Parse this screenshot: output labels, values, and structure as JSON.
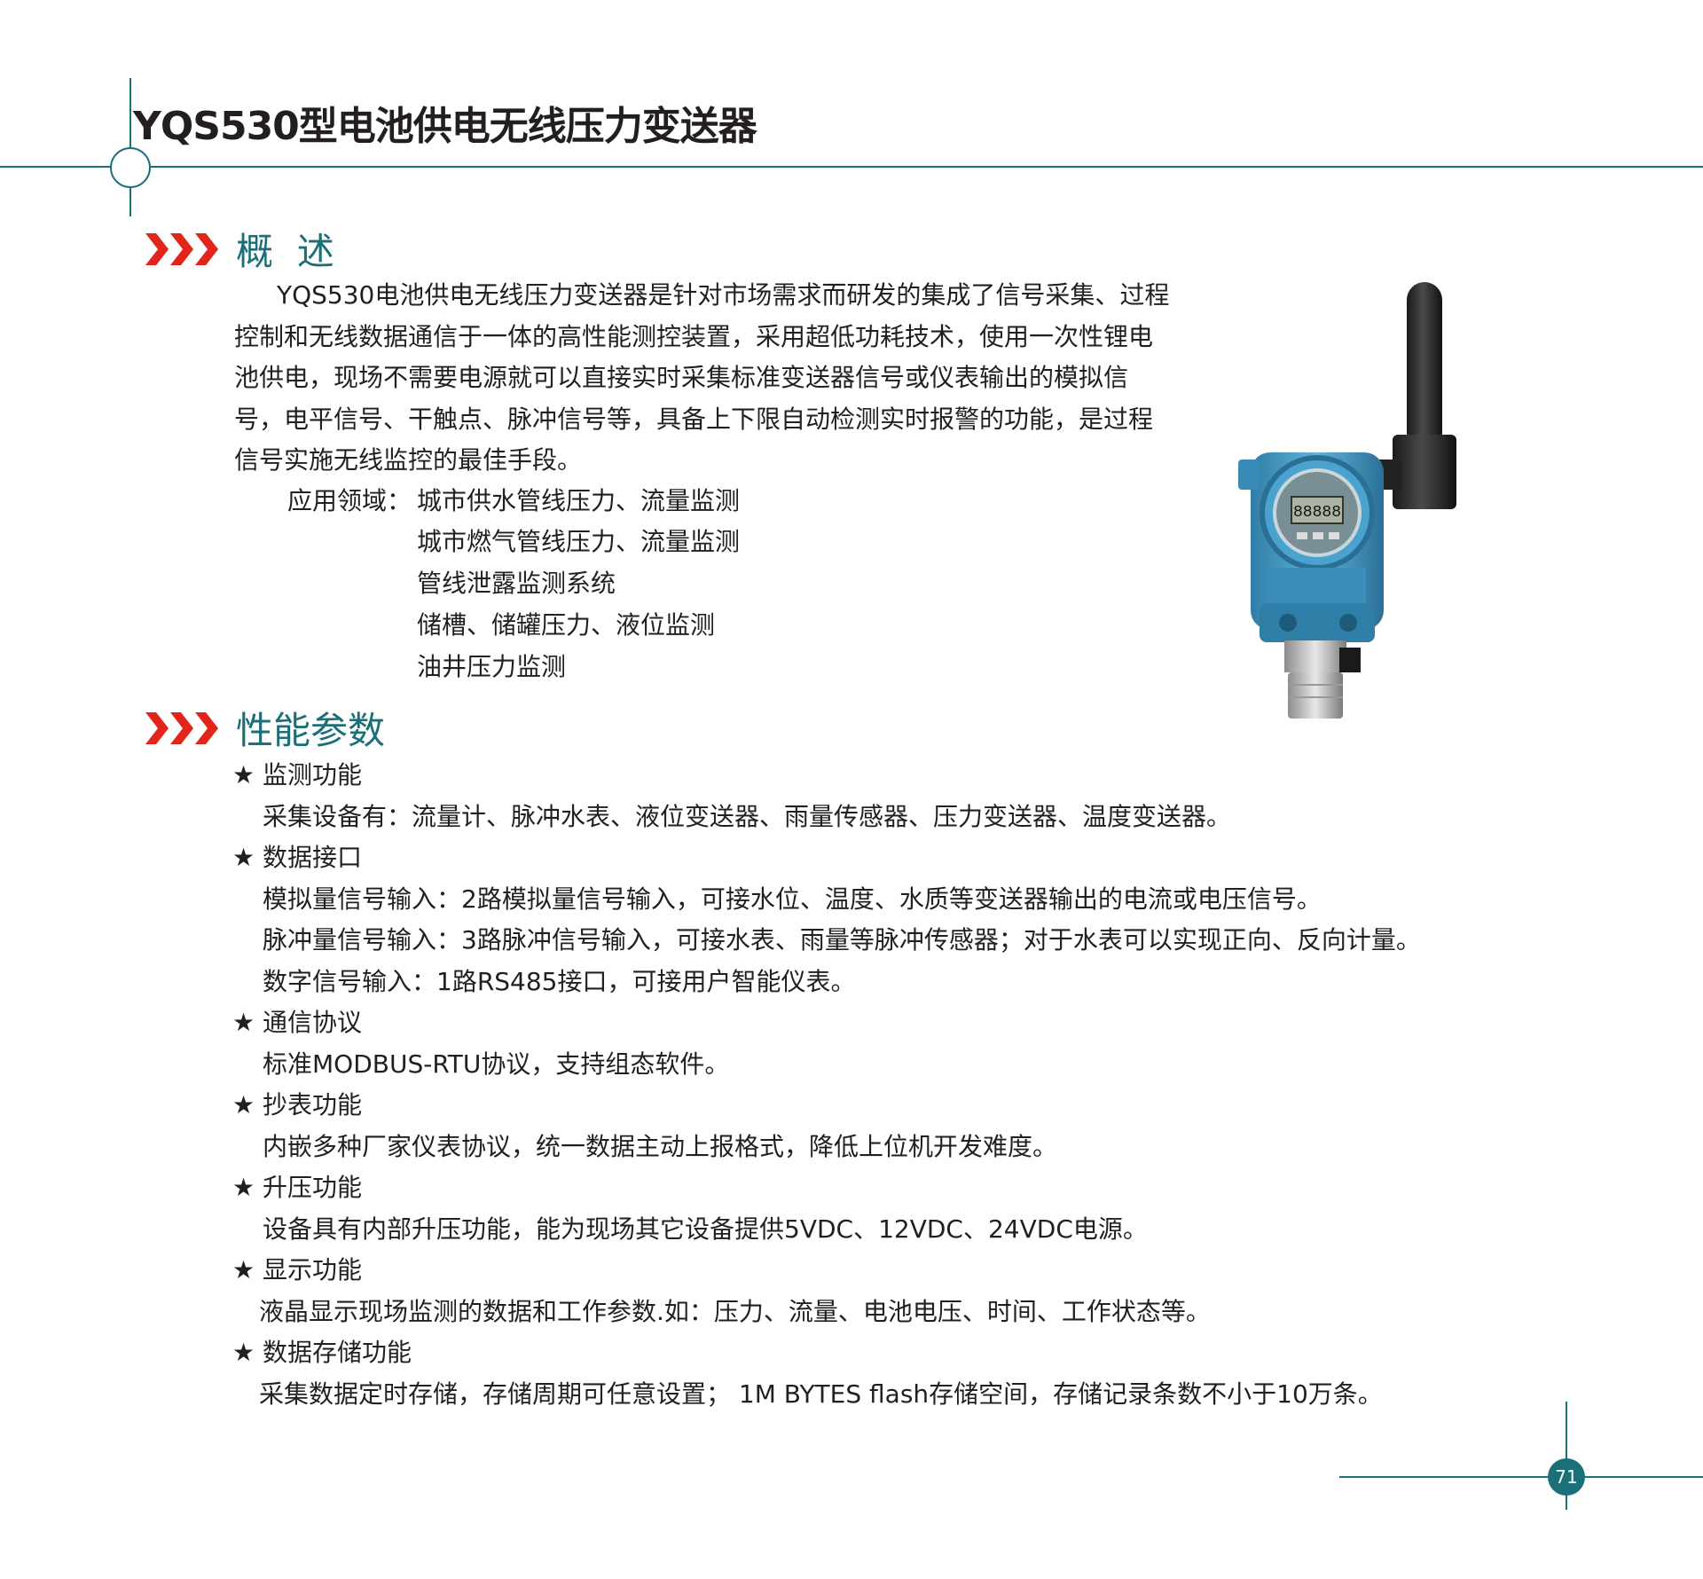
{
  "header": {
    "title": "YQS530型电池供电无线压力变送器"
  },
  "overview": {
    "heading": "概  述",
    "paragraph": "YQS530电池供电无线压力变送器是针对市场需求而研发的集成了信号采集、过程控制和无线数据通信于一体的高性能测控装置，采用超低功耗技术，使用一次性锂电池供电，现场不需要电源就可以直接实时采集标准变送器信号或仪表输出的模拟信号，电平信号、干触点、脉冲信号等，具备上下限自动检测实时报警的功能，是过程信号实施无线监控的最佳手段。",
    "applications_label": "应用领域：",
    "applications": [
      "城市供水管线压力、流量监测",
      "城市燃气管线压力、流量监测",
      "管线泄露监测系统",
      "储槽、储罐压力、液位监测",
      "油井压力监测"
    ]
  },
  "product_image": {
    "display_text": "88888"
  },
  "specs": {
    "heading": "性能参数",
    "bullet": "★",
    "items": [
      {
        "title": "监测功能",
        "lines": [
          "采集设备有：流量计、脉冲水表、液位变送器、雨量传感器、压力变送器、温度变送器。"
        ]
      },
      {
        "title": "数据接口",
        "lines": [
          "模拟量信号输入：2路模拟量信号输入，可接水位、温度、水质等变送器输出的电流或电压信号。",
          "脉冲量信号输入：3路脉冲信号输入，可接水表、雨量等脉冲传感器；对于水表可以实现正向、反向计量。",
          "数字信号输入：1路RS485接口，可接用户智能仪表。"
        ]
      },
      {
        "title": "通信协议",
        "lines": [
          "标准MODBUS-RTU协议，支持组态软件。"
        ]
      },
      {
        "title": "抄表功能",
        "lines": [
          "内嵌多种厂家仪表协议，统一数据主动上报格式，降低上位机开发难度。"
        ]
      },
      {
        "title": "升压功能",
        "lines": [
          "设备具有内部升压功能，能为现场其它设备提供5VDC、12VDC、24VDC电源。"
        ]
      },
      {
        "title": "显示功能",
        "lines": [
          "液晶显示现场监测的数据和工作参数.如：压力、流量、电池电压、时间、工作状态等。"
        ]
      },
      {
        "title": "数据存储功能",
        "lines": [
          "采集数据定时存储，存储周期可任意设置；  1M BYTES flash存储空间，存储记录条数不小于10万条。"
        ]
      }
    ]
  },
  "footer": {
    "page_number": "71"
  },
  "colors": {
    "accent": "#1a6f78",
    "chevron": "#e1251b"
  }
}
